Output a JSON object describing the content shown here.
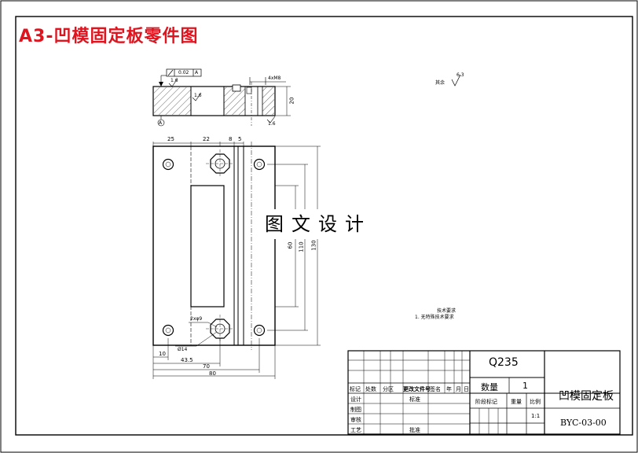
{
  "sheet_title": "A3-凹模固定板零件图",
  "watermark": "图文设计",
  "roughness": {
    "label": "其余",
    "value": "6.3"
  },
  "tolerance": {
    "value": "0.02",
    "datum": "A"
  },
  "datum_label": "A",
  "hole_note": "4xM8",
  "roughness_values": {
    "top": "1.6",
    "inner": "1.6",
    "bottom": "1.6"
  },
  "side_view_height": "20",
  "dims": {
    "top": [
      "25",
      "22",
      "8",
      "5"
    ],
    "right": [
      "60",
      "110",
      "130"
    ],
    "bottom": [
      "10",
      "43.5",
      "70",
      "80"
    ],
    "holes_top_right": "2xφ9",
    "hole_dia": "Ø14"
  },
  "tech_notes": {
    "heading": "技术要求",
    "item1": "1. 无特殊技术要求"
  },
  "title_block": {
    "material": "Q235",
    "qty_label": "数量",
    "qty_value": "1",
    "part_name": "凹模固定板",
    "stage_label": "阶段标记",
    "weight_label": "重量",
    "scale_label": "比例",
    "scale_value": "1:1",
    "drawing_no": "BYC-03-00",
    "header_row": [
      "标记",
      "处数",
      "分区",
      "更改文件号",
      "签名",
      "年",
      "月",
      "日"
    ],
    "left_rows": [
      "设计",
      "制图",
      "审核",
      "工艺"
    ],
    "std_label": "标准",
    "approve_label": "批准"
  }
}
